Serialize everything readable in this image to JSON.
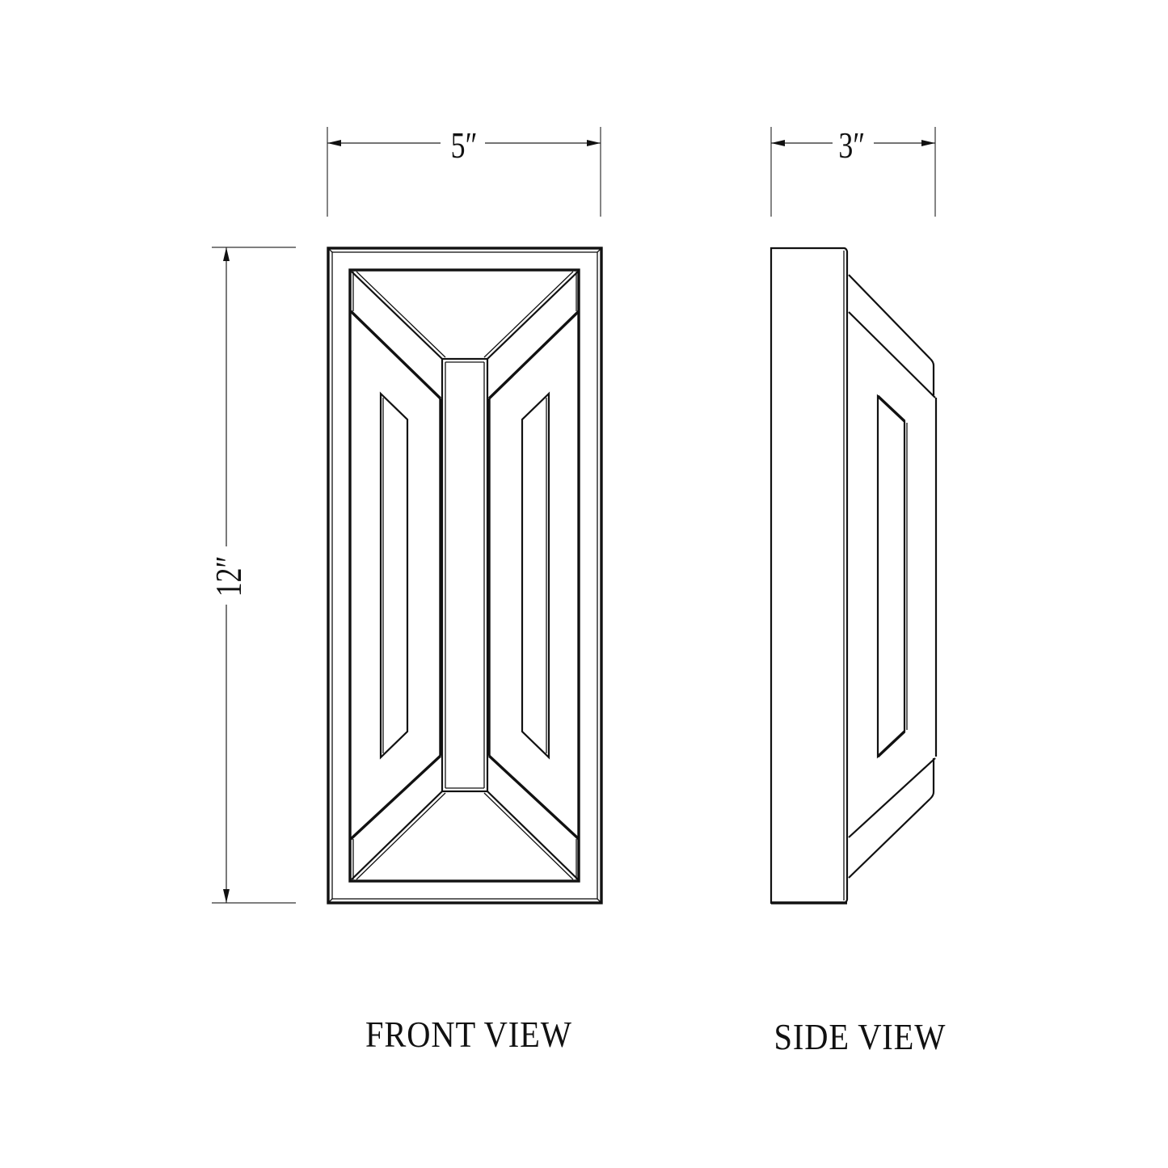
{
  "drawing": {
    "type": "technical-dimension-drawing",
    "line_color": "#111111",
    "background": "#ffffff"
  },
  "dimensions": {
    "front_width": "5″",
    "side_depth": "3″",
    "height": "12″"
  },
  "labels": {
    "front_view": "FRONT VIEW",
    "side_view": "SIDE VIEW"
  }
}
